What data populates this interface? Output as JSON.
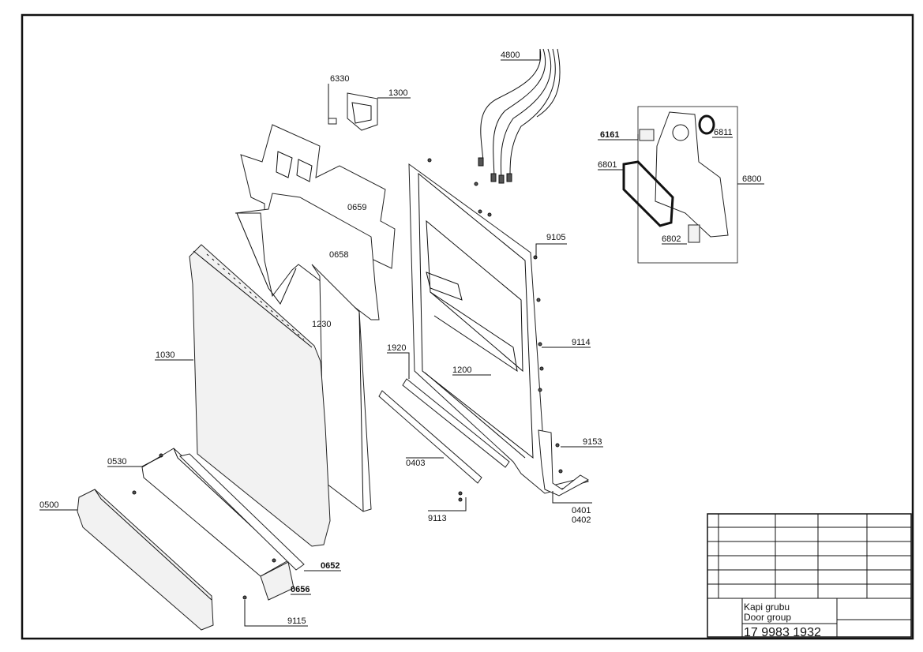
{
  "drawing": {
    "title_tr": "Kapi grubu",
    "title_en": "Door group",
    "drawing_number": "17 9983 1932"
  },
  "parts": [
    {
      "id": "p0500",
      "label": "0500",
      "bold": false
    },
    {
      "id": "p0530",
      "label": "0530",
      "bold": false
    },
    {
      "id": "p1030",
      "label": "1030",
      "bold": false
    },
    {
      "id": "p1230",
      "label": "1230",
      "bold": false
    },
    {
      "id": "p0658",
      "label": "0658",
      "bold": false
    },
    {
      "id": "p0659",
      "label": "0659",
      "bold": false
    },
    {
      "id": "p6330",
      "label": "6330",
      "bold": false
    },
    {
      "id": "p1300",
      "label": "1300",
      "bold": false
    },
    {
      "id": "p4800",
      "label": "4800",
      "bold": false
    },
    {
      "id": "p6161",
      "label": "6161",
      "bold": true
    },
    {
      "id": "p6811",
      "label": "6811",
      "bold": false
    },
    {
      "id": "p6801",
      "label": "6801",
      "bold": false
    },
    {
      "id": "p6800",
      "label": "6800",
      "bold": false
    },
    {
      "id": "p6802",
      "label": "6802",
      "bold": false
    },
    {
      "id": "p9105",
      "label": "9105",
      "bold": false
    },
    {
      "id": "p9114",
      "label": "9114",
      "bold": false
    },
    {
      "id": "p1920",
      "label": "1920",
      "bold": false
    },
    {
      "id": "p1200",
      "label": "1200",
      "bold": false
    },
    {
      "id": "p9153",
      "label": "9153",
      "bold": false
    },
    {
      "id": "p0403",
      "label": "0403",
      "bold": false
    },
    {
      "id": "p0401",
      "label": "0401",
      "bold": false
    },
    {
      "id": "p0402",
      "label": "0402",
      "bold": false
    },
    {
      "id": "p9113",
      "label": "9113",
      "bold": false
    },
    {
      "id": "p0652",
      "label": "0652",
      "bold": true
    },
    {
      "id": "p0656",
      "label": "0656",
      "bold": true
    },
    {
      "id": "p9115",
      "label": "9115",
      "bold": false
    }
  ]
}
